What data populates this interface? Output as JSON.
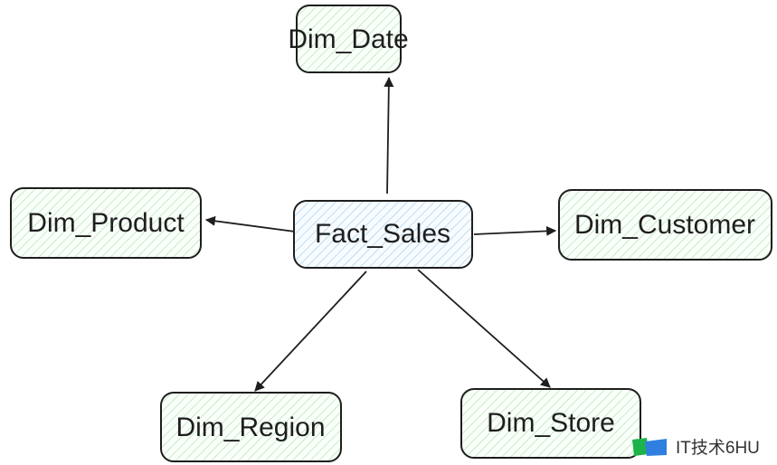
{
  "diagram": {
    "center": {
      "label": "Fact_Sales"
    },
    "dimensions": [
      {
        "label": "Dim_Date"
      },
      {
        "label": "Dim_Product"
      },
      {
        "label": "Dim_Customer"
      },
      {
        "label": "Dim_Region"
      },
      {
        "label": "Dim_Store"
      }
    ],
    "colors": {
      "fact_hatch": "#a5d0f0",
      "dim_hatch": "#b2e2b2",
      "stroke": "#1e1e1e"
    }
  },
  "watermark": {
    "text": "IT技术6HU"
  }
}
